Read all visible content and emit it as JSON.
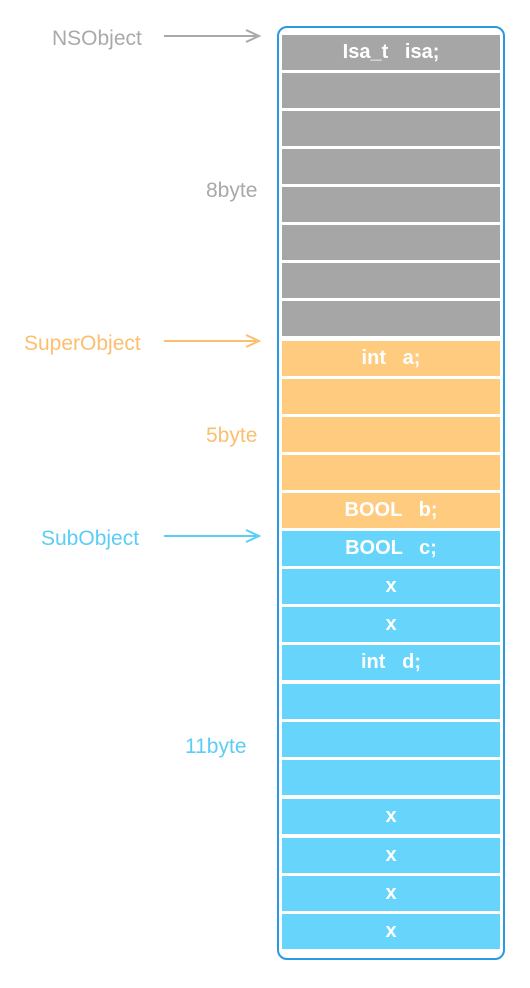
{
  "labels": {
    "nsobject": "NSObject",
    "superobject": "SuperObject",
    "subobject": "SubObject",
    "size_nsobject": "8byte",
    "size_superobject": "5byte",
    "size_subobject": "11byte"
  },
  "cells": [
    {
      "text": "Isa_t   isa;",
      "group": "nsobject"
    },
    {
      "text": "",
      "group": "nsobject"
    },
    {
      "text": "",
      "group": "nsobject"
    },
    {
      "text": "",
      "group": "nsobject"
    },
    {
      "text": "",
      "group": "nsobject"
    },
    {
      "text": "",
      "group": "nsobject"
    },
    {
      "text": "",
      "group": "nsobject"
    },
    {
      "text": "",
      "group": "nsobject"
    },
    {
      "text": "int   a;",
      "group": "superobject"
    },
    {
      "text": "",
      "group": "superobject"
    },
    {
      "text": "",
      "group": "superobject"
    },
    {
      "text": "",
      "group": "superobject"
    },
    {
      "text": "BOOL   b;",
      "group": "superobject"
    },
    {
      "text": "BOOL   c;",
      "group": "subobject"
    },
    {
      "text": "x",
      "group": "subobject"
    },
    {
      "text": "x",
      "group": "subobject"
    },
    {
      "text": "int   d;",
      "group": "subobject"
    },
    {
      "text": "",
      "group": "subobject"
    },
    {
      "text": "",
      "group": "subobject"
    },
    {
      "text": "",
      "group": "subobject"
    },
    {
      "text": "x",
      "group": "subobject"
    },
    {
      "text": "x",
      "group": "subobject"
    },
    {
      "text": "x",
      "group": "subobject"
    },
    {
      "text": "x",
      "group": "subobject"
    }
  ],
  "colors": {
    "nsobject_cell": "#a6a6a6",
    "superobject_cell": "#fecb7f",
    "subobject_cell": "#66d4fb",
    "frame_border": "#2a9ae0",
    "nsobject_text": "#a9a9a9",
    "superobject_text": "#fbbf6f",
    "subobject_text": "#5ccdf6"
  }
}
